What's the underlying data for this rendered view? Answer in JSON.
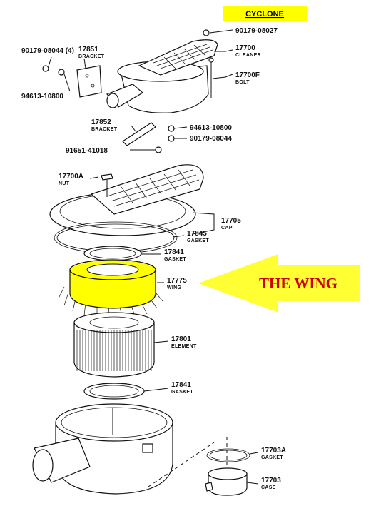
{
  "header": {
    "title": "CYCLONE",
    "highlight_color": "#ffff00"
  },
  "callout": {
    "text": "THE WING",
    "arrow_color": "#ffff33",
    "text_color": "#cc0000"
  },
  "parts": [
    {
      "number": "90179-08027",
      "name": ""
    },
    {
      "number": "90179-08044 (4)",
      "name": ""
    },
    {
      "number": "17851",
      "name": "BRACKET"
    },
    {
      "number": "17700",
      "name": "CLEANER"
    },
    {
      "number": "17700F",
      "name": "BOLT"
    },
    {
      "number": "94613-10800",
      "name": ""
    },
    {
      "number": "17852",
      "name": "BRACKET"
    },
    {
      "number": "94613-10800",
      "name": ""
    },
    {
      "number": "90179-08044",
      "name": ""
    },
    {
      "number": "91651-41018",
      "name": ""
    },
    {
      "number": "17700A",
      "name": "NUT"
    },
    {
      "number": "17705",
      "name": "CAP"
    },
    {
      "number": "17845",
      "name": "GASKET"
    },
    {
      "number": "17841",
      "name": "GASKET"
    },
    {
      "number": "17775",
      "name": "WING"
    },
    {
      "number": "17801",
      "name": "ELEMENT"
    },
    {
      "number": "17841",
      "name": "GASKET"
    },
    {
      "number": "17703A",
      "name": "GASKET"
    },
    {
      "number": "17703",
      "name": "CASE"
    }
  ]
}
